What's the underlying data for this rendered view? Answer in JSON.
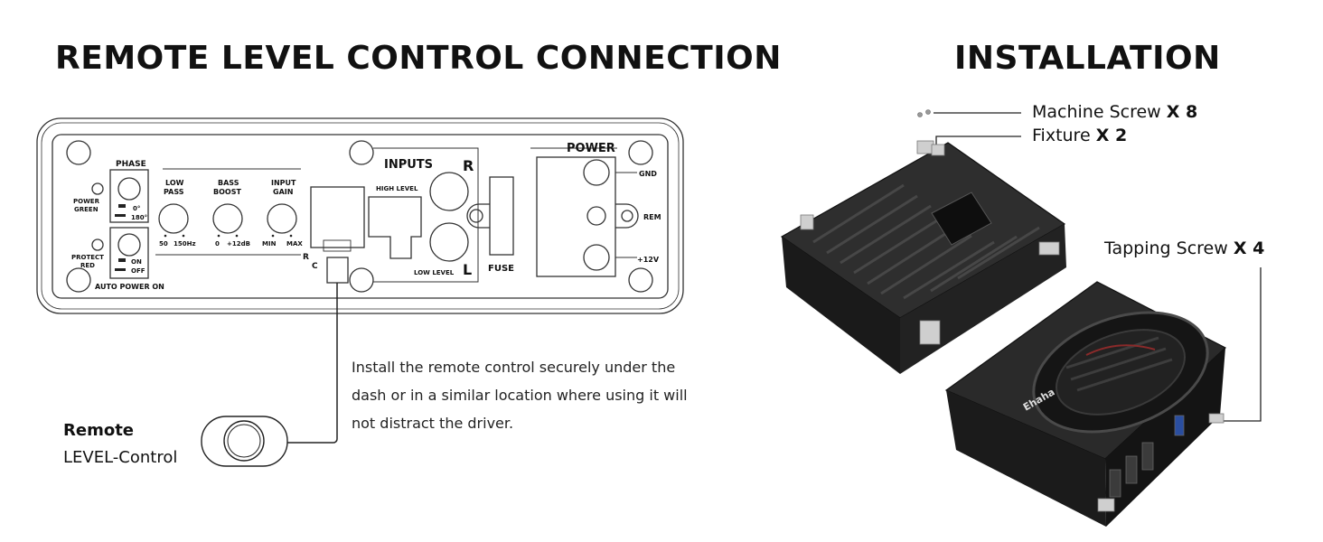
{
  "headings": {
    "remote": "REMOTE LEVEL CONTROL CONNECTION",
    "install": "INSTALLATION"
  },
  "panel": {
    "phase": "PHASE",
    "phase_0": "0°",
    "phase_180": "180°",
    "power_green_1": "POWER",
    "power_green_2": "GREEN",
    "protect_red_1": "PROTECT",
    "protect_red_2": "RED",
    "on": "ON",
    "off": "OFF",
    "auto_power_on": "AUTO POWER ON",
    "low_pass_1": "LOW",
    "low_pass_2": "PASS",
    "low_pass_min": "50",
    "low_pass_max": "150Hz",
    "bass_boost_1": "BASS",
    "bass_boost_2": "BOOST",
    "bass_boost_min": "0",
    "bass_boost_max": "+12dB",
    "input_gain_1": "INPUT",
    "input_gain_2": "GAIN",
    "input_gain_min": "MIN",
    "input_gain_max": "MAX",
    "rc_1": "R",
    "rc_2": "C",
    "inputs": "INPUTS",
    "r": "R",
    "l": "L",
    "high_level": "HIGH  LEVEL",
    "low_level": "LOW  LEVEL",
    "fuse": "FUSE",
    "power": "POWER",
    "gnd": "GND",
    "rem": "REM",
    "plus12v": "+12V"
  },
  "description": "Install the remote control securely under the dash or in a similar location where using it will not distract the driver.",
  "remote": {
    "title": "Remote",
    "subtitle": "LEVEL-Control"
  },
  "callouts": {
    "machine_screw": "Machine Screw ",
    "machine_screw_qty": "X 8",
    "fixture": "Fixture ",
    "fixture_qty": "X 2",
    "tapping_screw": "Tapping Screw ",
    "tapping_screw_qty": "X 4"
  },
  "device": {
    "brand": "Ehaha"
  },
  "colors": {
    "device_body": "#2b2b2b",
    "device_dark": "#161616",
    "device_grille": "#3a3a3a",
    "accent_red": "#8a2a2a",
    "line": "#222222"
  }
}
